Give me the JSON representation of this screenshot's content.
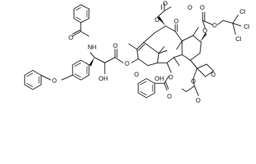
{
  "structure": {
    "atoms": {
      "benzamide_o": "O",
      "benzamide_nh": "NH",
      "benzyl_o": "O",
      "side_oh": "OH",
      "ester_o_carbonyl": "O",
      "ester_o": "O",
      "c10_oac_o": "O",
      "c10_oac_co": "O",
      "c9_keto": "O",
      "carbonate_co": "O",
      "carbonate_o1": "O",
      "carbonate_o2": "O",
      "troc_o": "O",
      "cl_1": "Cl",
      "cl_2": "Cl",
      "cl_3": "Cl",
      "c7_o": "O",
      "core_oh": "OH",
      "c2_o": "O",
      "c4_o": "O",
      "oxetane_o": "O",
      "bz_co": "O",
      "c4_ac_co": "O"
    }
  }
}
